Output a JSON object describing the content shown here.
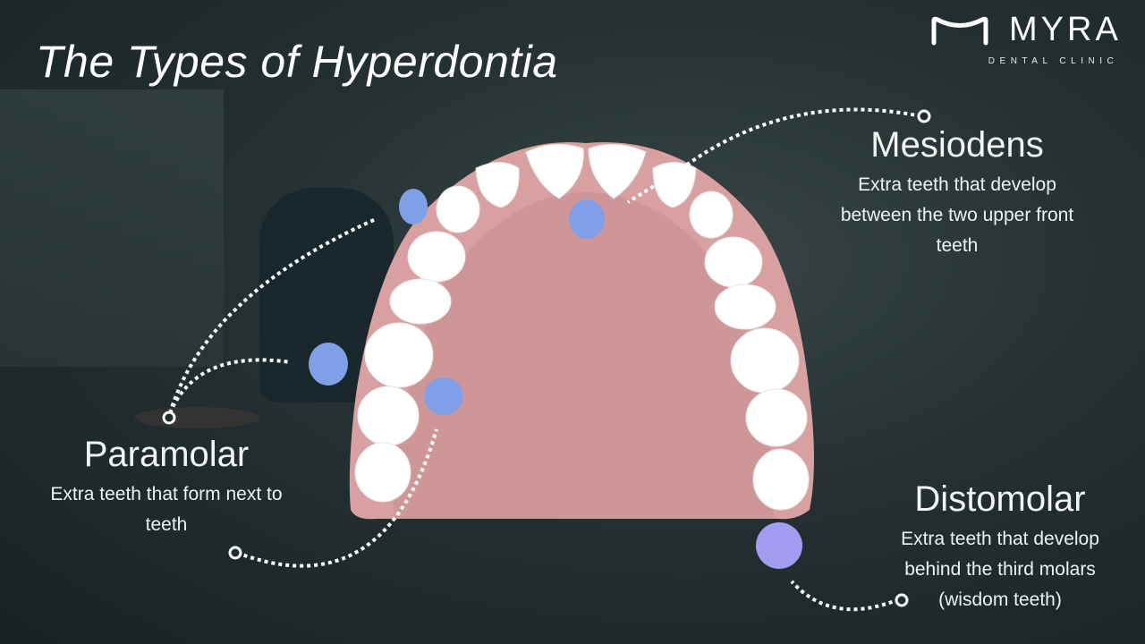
{
  "title": "The Types of Hyperdontia",
  "logo": {
    "name": "MYRA",
    "subtitle": "DENTAL CLINIC",
    "icon": "m-logo-icon"
  },
  "callouts": {
    "mesiodens": {
      "heading": "Mesiodens",
      "description": "Extra teeth that develop between the two upper front teeth"
    },
    "paramolar": {
      "heading": "Paramolar",
      "description": "Extra teeth that form next to teeth"
    },
    "distomolar": {
      "heading": "Distomolar",
      "description": "Extra teeth that develop behind the third molars (wisdom teeth)"
    }
  },
  "colors": {
    "background": "#1e2a2c",
    "gum": "#d49a9a",
    "palate": "#cf9697",
    "tooth": "#ffffff",
    "extra_tooth_blue": "#7f9fe6",
    "distomolar_purple": "#a39cf0"
  }
}
